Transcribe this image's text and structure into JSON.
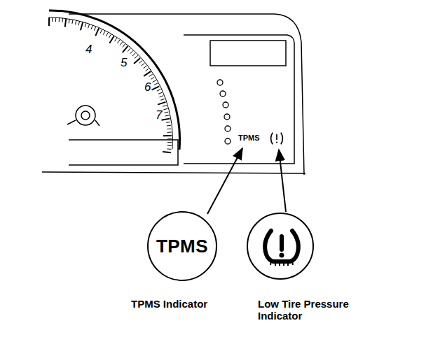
{
  "diagram": {
    "nodes": [
      {
        "text": [
          "TPMS",
          "TPMS Indicator"
        ]
      },
      {
        "text": [
          "Low Tire Pressure Indicator"
        ]
      }
    ],
    "labels": [
      "4",
      "5",
      "6",
      "7",
      "TPMS"
    ]
  }
}
